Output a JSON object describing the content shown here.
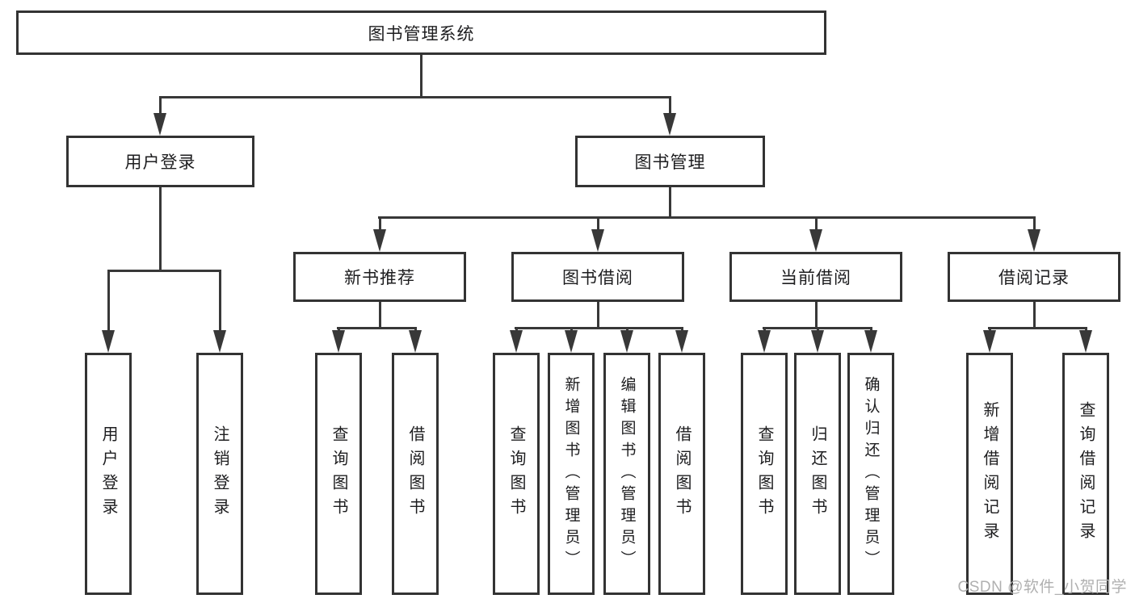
{
  "diagram": {
    "title": "图书管理系统",
    "watermark": "CSDN @软件_小贺同学",
    "colors": {
      "line": "#383838",
      "border": "#333333",
      "text": "#1d1d1f",
      "watermark": "#b0b0b0",
      "background": "#ffffff"
    },
    "root": {
      "label": "图书管理系统"
    },
    "level2": [
      {
        "label": "用户登录"
      },
      {
        "label": "图书管理"
      }
    ],
    "level3": [
      {
        "label": "新书推荐",
        "parent": "图书管理"
      },
      {
        "label": "图书借阅",
        "parent": "图书管理"
      },
      {
        "label": "当前借阅",
        "parent": "图书管理"
      },
      {
        "label": "借阅记录",
        "parent": "图书管理"
      }
    ],
    "leaves": [
      {
        "label": "用户登录",
        "parent": "用户登录"
      },
      {
        "label": "注销登录",
        "parent": "用户登录"
      },
      {
        "label": "查询图书",
        "parent": "新书推荐"
      },
      {
        "label": "借阅图书",
        "parent": "新书推荐"
      },
      {
        "label": "查询图书",
        "parent": "图书借阅"
      },
      {
        "label": "新增图书（管理员）",
        "parent": "图书借阅"
      },
      {
        "label": "编辑图书（管理员）",
        "parent": "图书借阅"
      },
      {
        "label": "借阅图书",
        "parent": "图书借阅"
      },
      {
        "label": "查询图书",
        "parent": "当前借阅"
      },
      {
        "label": "归还图书",
        "parent": "当前借阅"
      },
      {
        "label": "确认归还（管理员）",
        "parent": "当前借阅"
      },
      {
        "label": "新增借阅记录",
        "parent": "借阅记录"
      },
      {
        "label": "查询借阅记录",
        "parent": "借阅记录"
      }
    ]
  }
}
